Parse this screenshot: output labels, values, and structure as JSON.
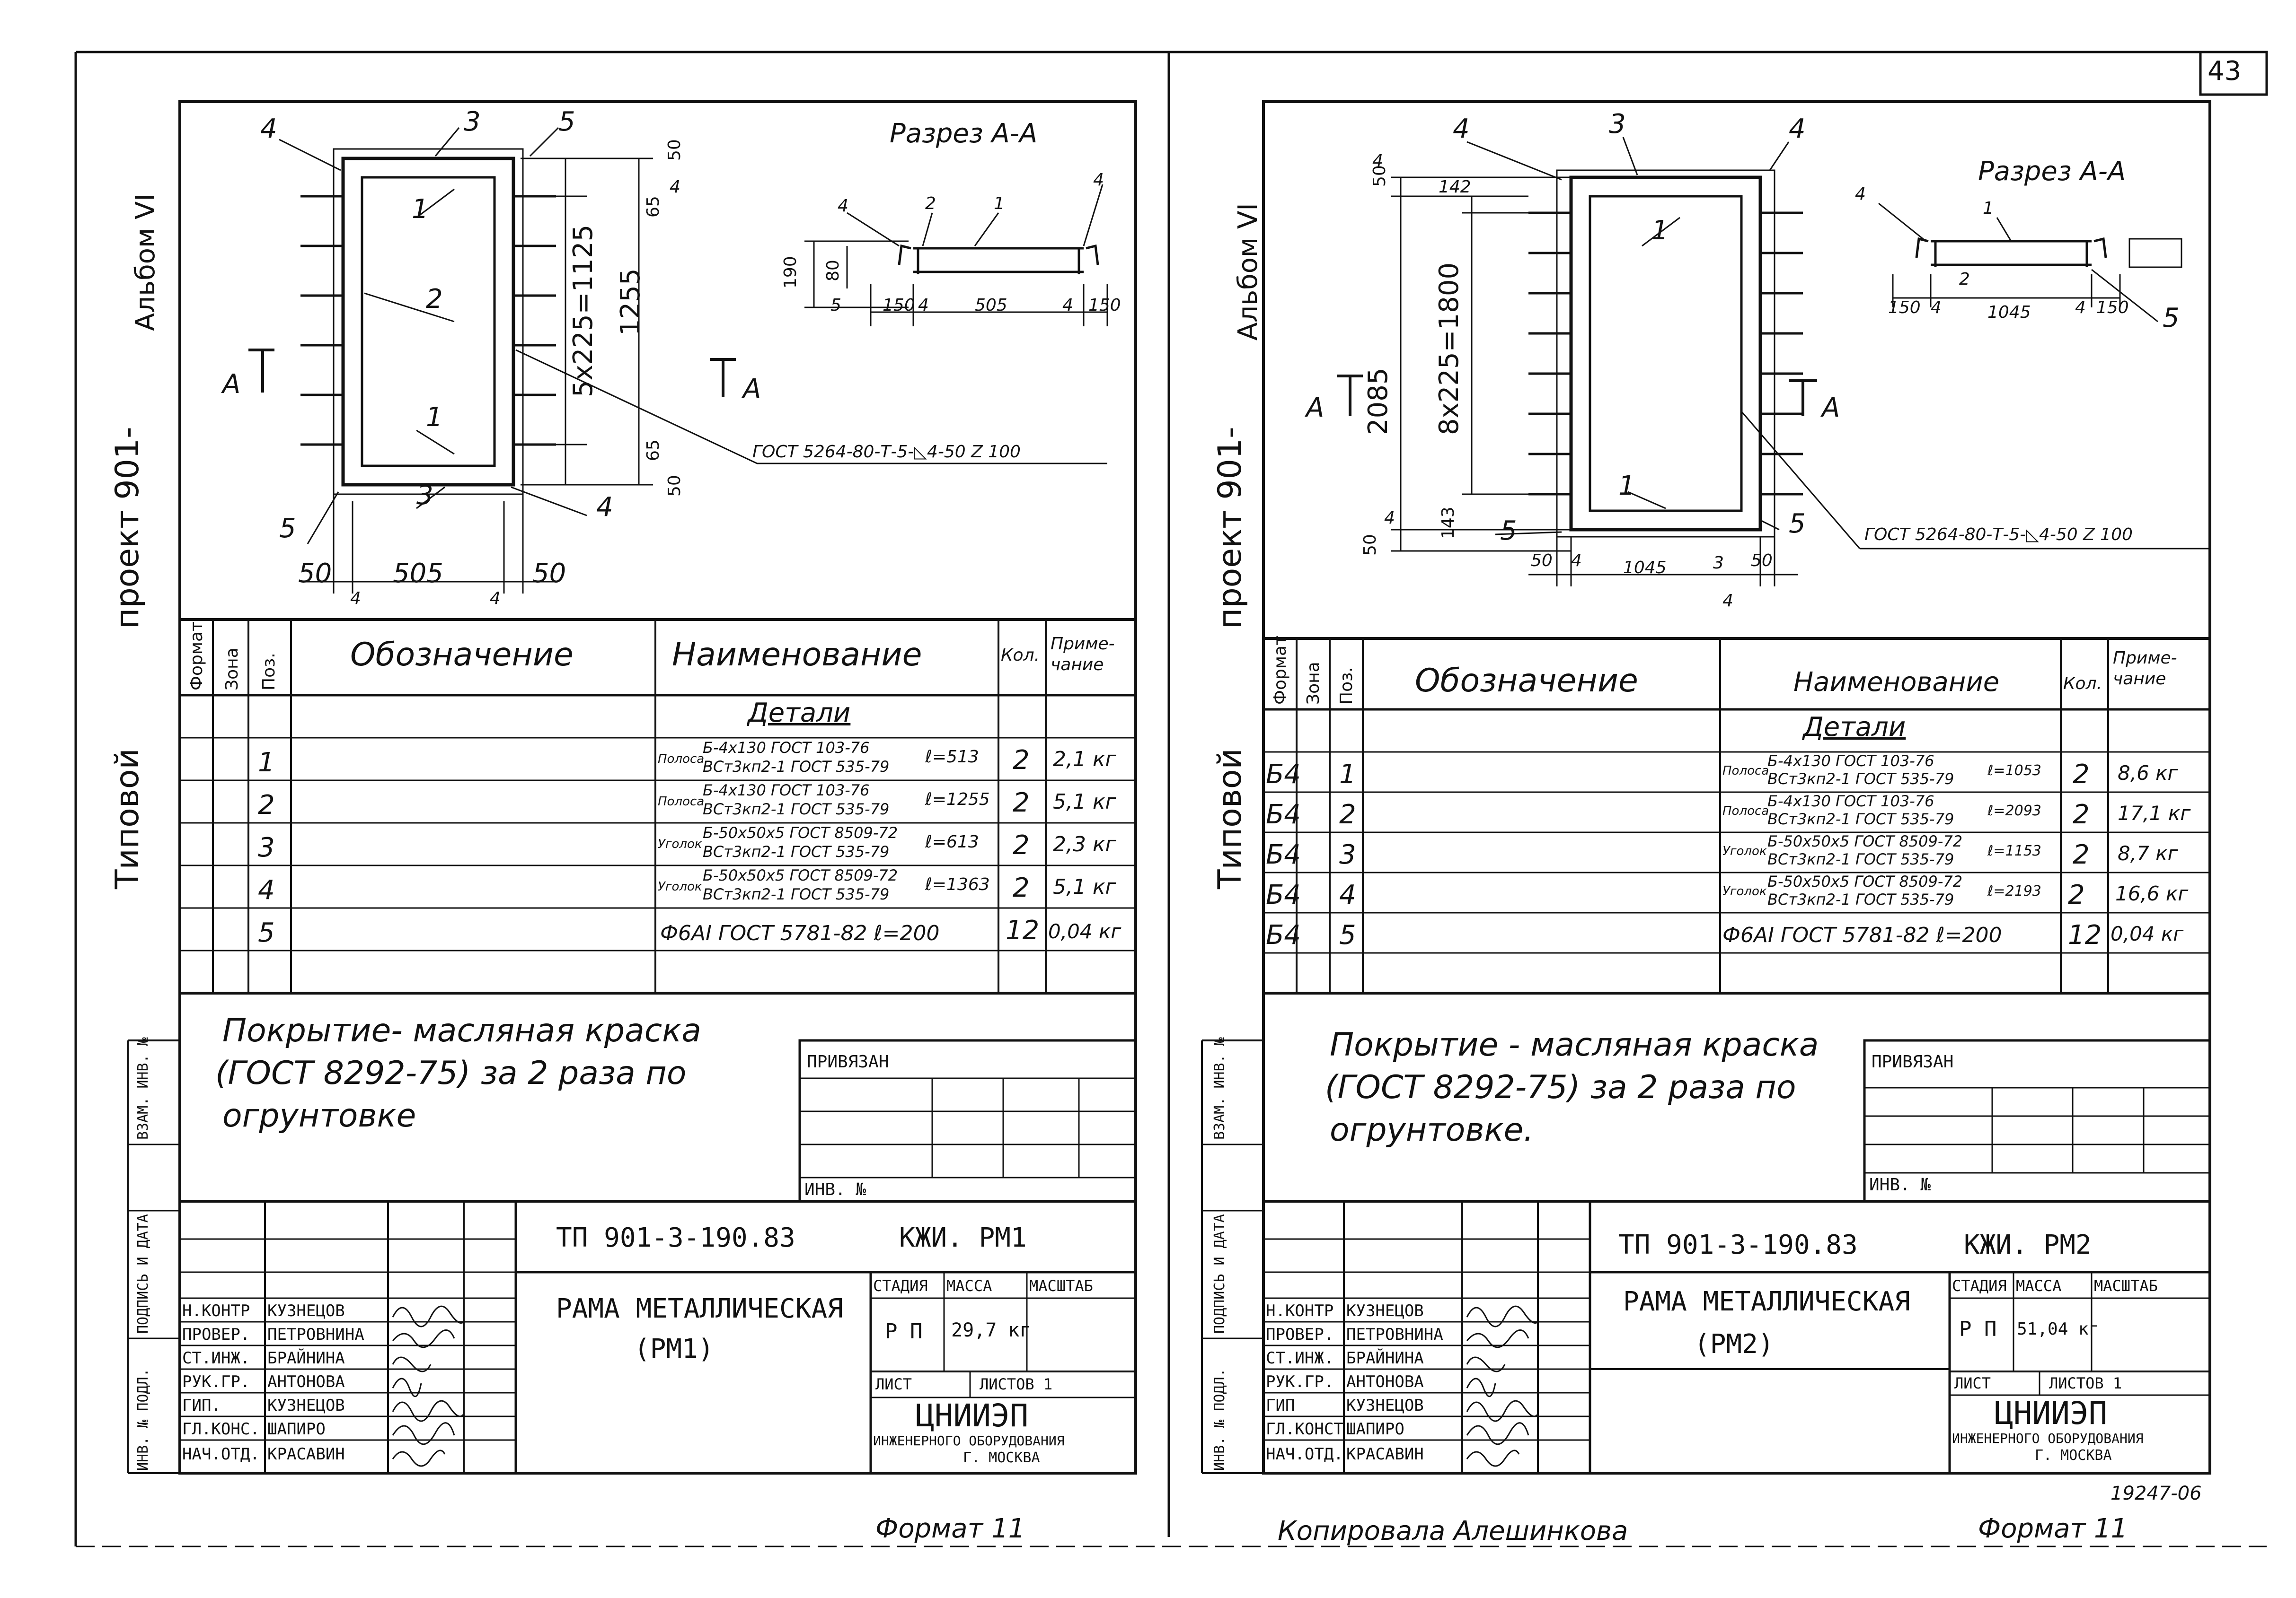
{
  "page": {
    "number": "43",
    "copied_by": "Копировала Алешинкова",
    "archive_no": "19247-06"
  },
  "side_label": {
    "type": "Типовой",
    "project": "проект 901-",
    "album": "Альбом VI"
  },
  "sheets": [
    {
      "id": "left",
      "section_title": "Разрез А-А",
      "section_marks": [
        "А",
        "А"
      ],
      "weld_spec": "ГОСТ 5264-80-Т-5-◺4-50 Z 100",
      "drawing_dims": {
        "frame": [
          "4",
          "3",
          "5",
          "50",
          "4",
          "2",
          "1",
          "1",
          "3",
          "4",
          "5",
          "65",
          "1255",
          "5х225=1125",
          "65",
          "50",
          "50",
          "505",
          "50",
          "4",
          "4"
        ],
        "section": [
          "4",
          "2",
          "1",
          "4",
          "190",
          "80",
          "5",
          "150",
          "4",
          "505",
          "4",
          "150"
        ]
      },
      "spec_table": {
        "headers": [
          "Формат",
          "Зона",
          "Поз.",
          "Обозначение",
          "Наименование",
          "Кол.",
          "Приме-чание"
        ],
        "group": "Детали",
        "rows": [
          {
            "format": "",
            "pos": "1",
            "name_kind": "Полоса",
            "name_top": "Б-4х130 ГОСТ 103-76",
            "name_bot": "ВСт3кп2-1 ГОСТ 535-79",
            "len": "ℓ=513",
            "qty": "2",
            "note": "2,1 кг"
          },
          {
            "format": "",
            "pos": "2",
            "name_kind": "Полоса",
            "name_top": "Б-4х130 ГОСТ 103-76",
            "name_bot": "ВСт3кп2-1 ГОСТ 535-79",
            "len": "ℓ=1255",
            "qty": "2",
            "note": "5,1 кг"
          },
          {
            "format": "",
            "pos": "3",
            "name_kind": "Уголок",
            "name_top": "Б-50х50х5 ГОСТ 8509-72",
            "name_bot": "ВСт3кп2-1 ГОСТ 535-79",
            "len": "ℓ=613",
            "qty": "2",
            "note": "2,3 кг"
          },
          {
            "format": "",
            "pos": "4",
            "name_kind": "Уголок",
            "name_top": "Б-50х50х5 ГОСТ 8509-72",
            "name_bot": "ВСт3кп2-1 ГОСТ 535-79",
            "len": "ℓ=1363",
            "qty": "2",
            "note": "5,1 кг"
          },
          {
            "format": "",
            "pos": "5",
            "name_kind": "",
            "name_top": "Ф6АI ГОСТ 5781-82  ℓ=200",
            "name_bot": "",
            "len": "",
            "qty": "12",
            "note": "0,04 кг"
          }
        ]
      },
      "coating_note": [
        "Покрытие- масляная краска",
        "(ГОСТ 8292-75) за 2 раза по",
        "огрунтовке"
      ],
      "privyazan": "ПРИВЯЗАН",
      "inv_no": "ИНВ. №",
      "stamp": {
        "doc_code": "ТП 901-3-190.83",
        "mark": "КЖИ. РМ1",
        "title": [
          "РАМА МЕТАЛЛИЧЕСКАЯ",
          "(РМ1)"
        ],
        "stage_h": "СТАДИЯ",
        "mass_h": "МАССА",
        "scale_h": "МАСШТАБ",
        "stage": "Р П",
        "mass": "29,7 кг",
        "scale": "",
        "sheet_h": "ЛИСТ",
        "sheets_h": "ЛИСТОВ 1",
        "org": "ЦНИИЭП",
        "org2": "ИНЖЕНЕРНОГО ОБОРУДОВАНИЯ",
        "city": "Г. МОСКВА",
        "roles": [
          {
            "role": "Н.КОНТР",
            "name": "КУЗНЕЦОВ"
          },
          {
            "role": "ПРОВЕР.",
            "name": "ПЕТРОВНИНА"
          },
          {
            "role": "СТ.ИНЖ.",
            "name": "БРАЙНИНА"
          },
          {
            "role": "РУК.ГР.",
            "name": "АНТОНОВА"
          },
          {
            "role": "ГИП.",
            "name": "КУЗНЕЦОВ"
          },
          {
            "role": "ГЛ.КОНС.",
            "name": "ШАПИРО"
          },
          {
            "role": "НАЧ.ОТД.",
            "name": "КРАСАВИН"
          }
        ]
      },
      "left_strip": [
        "ВЗАМ. ИНВ. №",
        "ПОДПИСЬ И ДАТА",
        "ИНВ. № ПОДЛ."
      ],
      "format": "Формат 11"
    },
    {
      "id": "right",
      "section_title": "Разрез А-А",
      "section_marks": [
        "А",
        "А"
      ],
      "weld_spec": "ГОСТ 5264-80-Т-5-◺4-50 Z 100",
      "drawing_dims": {
        "frame": [
          "4",
          "3",
          "4",
          "50",
          "4",
          "142",
          "1",
          "2085",
          "8х225=1800",
          "4",
          "50",
          "143",
          "5",
          "1",
          "50",
          "4",
          "1045",
          "3",
          "50",
          "4",
          "5"
        ],
        "section": [
          "4",
          "1",
          "2",
          "150",
          "4",
          "1045",
          "4",
          "150",
          "5"
        ]
      },
      "spec_table": {
        "headers": [
          "Формат",
          "Зона",
          "Поз.",
          "Обозначение",
          "Наименование",
          "Кол.",
          "Приме-чание"
        ],
        "group": "Детали",
        "rows": [
          {
            "format": "Б4",
            "pos": "1",
            "name_kind": "Полоса",
            "name_top": "Б-4х130 ГОСТ 103-76",
            "name_bot": "ВСт3кп2-1 ГОСТ 535-79",
            "len": "ℓ=1053",
            "qty": "2",
            "note": "8,6 кг"
          },
          {
            "format": "Б4",
            "pos": "2",
            "name_kind": "Полоса",
            "name_top": "Б-4х130 ГОСТ 103-76",
            "name_bot": "ВСт3кп2-1 ГОСТ 535-79",
            "len": "ℓ=2093",
            "qty": "2",
            "note": "17,1 кг"
          },
          {
            "format": "Б4",
            "pos": "3",
            "name_kind": "Уголок",
            "name_top": "Б-50х50х5 ГОСТ 8509-72",
            "name_bot": "ВСт3кп2-1 ГОСТ 535-79",
            "len": "ℓ=1153",
            "qty": "2",
            "note": "8,7 кг"
          },
          {
            "format": "Б4",
            "pos": "4",
            "name_kind": "Уголок",
            "name_top": "Б-50х50х5 ГОСТ 8509-72",
            "name_bot": "ВСт3кп2-1 ГОСТ 535-79",
            "len": "ℓ=2193",
            "qty": "2",
            "note": "16,6 кг"
          },
          {
            "format": "Б4",
            "pos": "5",
            "name_kind": "",
            "name_top": "Ф6АI ГОСТ 5781-82  ℓ=200",
            "name_bot": "",
            "len": "",
            "qty": "12",
            "note": "0,04 кг"
          }
        ]
      },
      "coating_note": [
        "Покрытие - масляная краска",
        "(ГОСТ 8292-75) за 2 раза по",
        "огрунтовке."
      ],
      "privyazan": "ПРИВЯЗАН",
      "inv_no": "ИНВ. №",
      "stamp": {
        "doc_code": "ТП 901-3-190.83",
        "mark": "КЖИ. РМ2",
        "title": [
          "РАМА МЕТАЛЛИЧЕСКАЯ",
          "(РМ2)"
        ],
        "stage_h": "СТАДИЯ",
        "mass_h": "МАССА",
        "scale_h": "МАСШТАБ",
        "stage": "Р П",
        "mass": "51,04 кг",
        "scale": "",
        "sheet_h": "ЛИСТ",
        "sheets_h": "ЛИСТОВ 1",
        "org": "ЦНИИЭП",
        "org2": "ИНЖЕНЕРНОГО ОБОРУДОВАНИЯ",
        "city": "Г. МОСКВА",
        "roles": [
          {
            "role": "Н.КОНТР",
            "name": "КУЗНЕЦОВ"
          },
          {
            "role": "ПРОВЕР.",
            "name": "ПЕТРОВНИНА"
          },
          {
            "role": "СТ.ИНЖ.",
            "name": "БРАЙНИНА"
          },
          {
            "role": "РУК.ГР.",
            "name": "АНТОНОВА"
          },
          {
            "role": "ГИП",
            "name": "КУЗНЕЦОВ"
          },
          {
            "role": "ГЛ.КОНСТ",
            "name": "ШАПИРО"
          },
          {
            "role": "НАЧ.ОТД.",
            "name": "КРАСАВИН"
          }
        ]
      },
      "left_strip": [
        "ВЗАМ. ИНВ. №",
        "ПОДПИСЬ И ДАТА",
        "ИНВ. № ПОДЛ."
      ],
      "format": "Формат 11"
    }
  ]
}
